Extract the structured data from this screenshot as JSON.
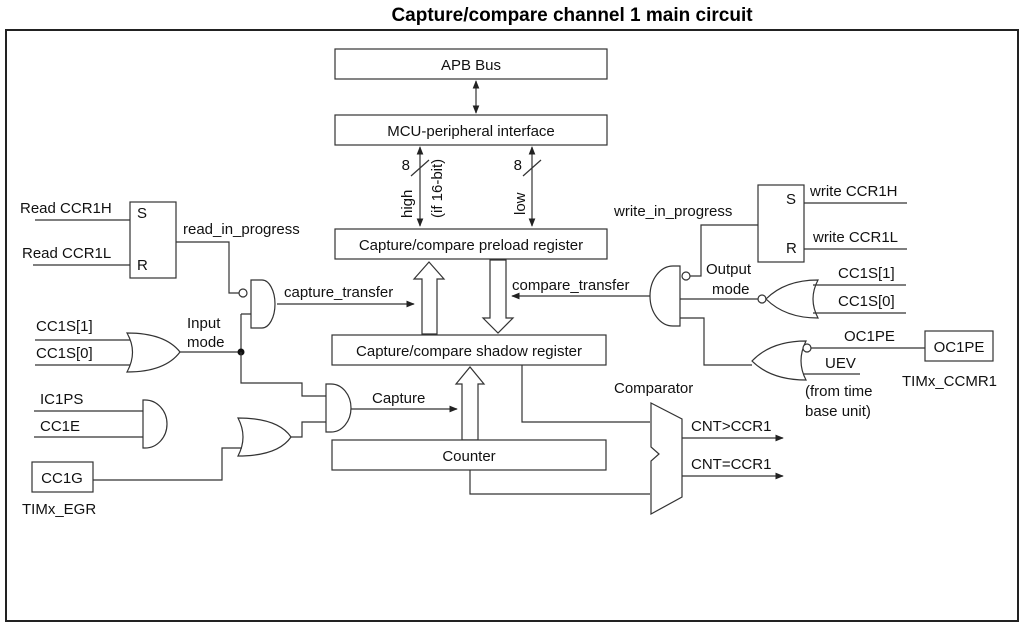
{
  "title": "Capture/compare channel 1 main circuit",
  "blocks": {
    "apb_bus": "APB Bus",
    "mcu_interface": "MCU-peripheral interface",
    "preload_register": "Capture/compare preload register",
    "shadow_register": "Capture/compare shadow register",
    "counter": "Counter",
    "comparator": "Comparator"
  },
  "bus_labels": {
    "high_width": "8",
    "high": "high",
    "if_16bit": "(if 16-bit)",
    "low_width": "8",
    "low": "low"
  },
  "read_latch": {
    "set_input": "Read CCR1H",
    "reset_input": "Read CCR1L",
    "s": "S",
    "r": "R",
    "output": "read_in_progress"
  },
  "input_side": {
    "cc1s1": "CC1S[1]",
    "cc1s0": "CC1S[0]",
    "input_mode": [
      "Input",
      "mode"
    ],
    "capture_transfer": "capture_transfer",
    "ic1ps": "IC1PS",
    "cc1e": "CC1E",
    "cc1g": "CC1G",
    "egr_register": "TIMx_EGR",
    "capture": "Capture"
  },
  "write_latch": {
    "set_input": "write CCR1H",
    "reset_input": "write CCR1L",
    "s": "S",
    "r": "R",
    "output": "write_in_progress"
  },
  "output_side": {
    "compare_transfer": "compare_transfer",
    "output_mode": [
      "Output",
      "mode"
    ],
    "cc1s1": "CC1S[1]",
    "cc1s0": "CC1S[0]",
    "oc1pe_signal": "OC1PE",
    "oc1pe_box": "OC1PE",
    "ccmr1_register": "TIMx_CCMR1",
    "uev": "UEV",
    "uev_note": [
      "(from time",
      "base unit)"
    ],
    "cnt_gt": "CNT>CCR1",
    "cnt_eq": "CNT=CCR1"
  }
}
